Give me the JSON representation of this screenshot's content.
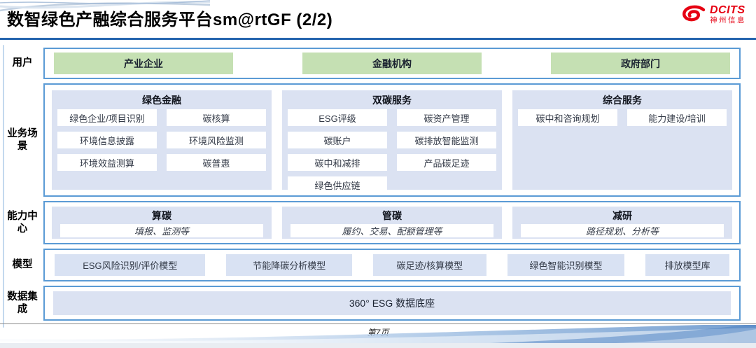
{
  "header": {
    "title": "数智绿色产融综合服务平台sm@rtGF (2/2)",
    "logo": {
      "brand": "DCITS",
      "sub": "神州信息"
    }
  },
  "rows": {
    "users": {
      "label": "用户",
      "items": [
        "产业企业",
        "金融机构",
        "政府部门"
      ]
    },
    "scenarios": {
      "label": "业务场景",
      "columns": [
        {
          "title": "绿色金融",
          "items": [
            "绿色企业/项目识别",
            "碳核算",
            "环境信息披露",
            "环境风险监测",
            "环境效益测算",
            "碳普惠"
          ]
        },
        {
          "title": "双碳服务",
          "items": [
            "ESG评级",
            "碳资产管理",
            "碳账户",
            "碳排放智能监测",
            "碳中和减排",
            "产品碳足迹",
            "绿色供应链"
          ]
        },
        {
          "title": "综合服务",
          "items": [
            "碳中和咨询规划",
            "能力建设/培训"
          ]
        }
      ]
    },
    "capabilities": {
      "label": "能力中心",
      "blocks": [
        {
          "title": "算碳",
          "desc": "填报、监测等"
        },
        {
          "title": "管碳",
          "desc": "履约、交易、配额管理等"
        },
        {
          "title": "减研",
          "desc": "路径规划、分析等"
        }
      ]
    },
    "models": {
      "label": "模型",
      "items": [
        "ESG风险识别/评价模型",
        "节能降碳分析模型",
        "碳足迹/核算模型",
        "绿色智能识别模型",
        "排放模型库"
      ]
    },
    "data_integration": {
      "label": "数据集成",
      "item": "360° ESG 数据底座"
    }
  },
  "footer": {
    "page": "第7页"
  },
  "colors": {
    "row_border": "#5b9bd5",
    "title_underline": "#2565ae",
    "user_chip_green": "#c5e0b3",
    "panel_blue": "#dbe2f2",
    "brand_red": "#e60012"
  }
}
